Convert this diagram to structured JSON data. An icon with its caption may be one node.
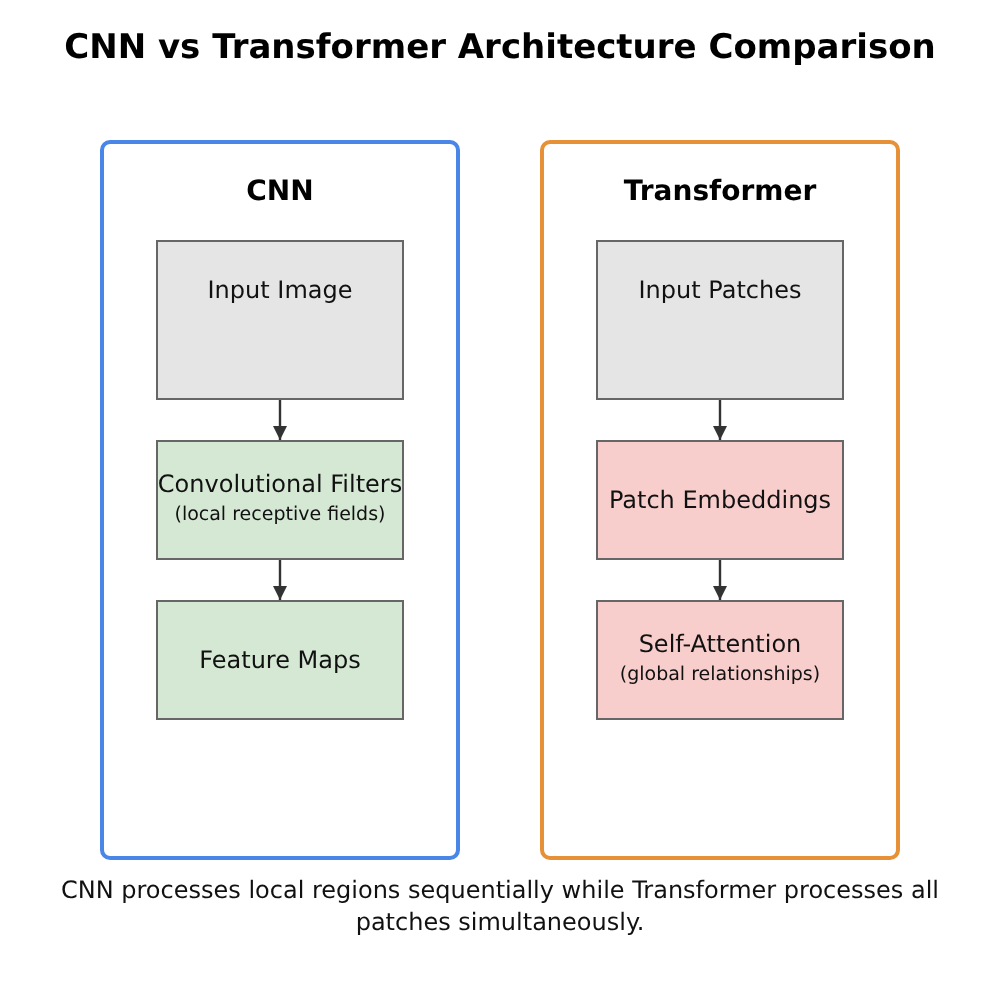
{
  "diagram": {
    "title": "CNN vs Transformer Architecture Comparison",
    "nodes": [
      {
        "text": [
          "CNN"
        ]
      },
      {
        "text": [
          "Input Image"
        ],
        "in": 0
      },
      {
        "text": [
          "Convolutional Filters",
          "(local receptive fields)"
        ],
        "in": 0
      },
      {
        "text": [
          "Feature Maps"
        ],
        "in": 0
      },
      {
        "text": [
          "Transformer"
        ]
      },
      {
        "text": [
          "Input Patches"
        ],
        "in": 4
      },
      {
        "text": [
          "Patch Embeddings"
        ],
        "in": 4
      },
      {
        "text": [
          "Self-Attention",
          "(global relationships)"
        ],
        "in": 4
      }
    ],
    "edges": [
      {
        "from": 1,
        "to": 2,
        "arrow": "to"
      },
      {
        "from": 2,
        "to": 3,
        "arrow": "to"
      },
      {
        "from": 5,
        "to": 6,
        "arrow": "to"
      },
      {
        "from": 6,
        "to": 7,
        "arrow": "to"
      }
    ],
    "caption": "CNN processes local regions sequentially while Transformer processes all patches simultaneously."
  }
}
